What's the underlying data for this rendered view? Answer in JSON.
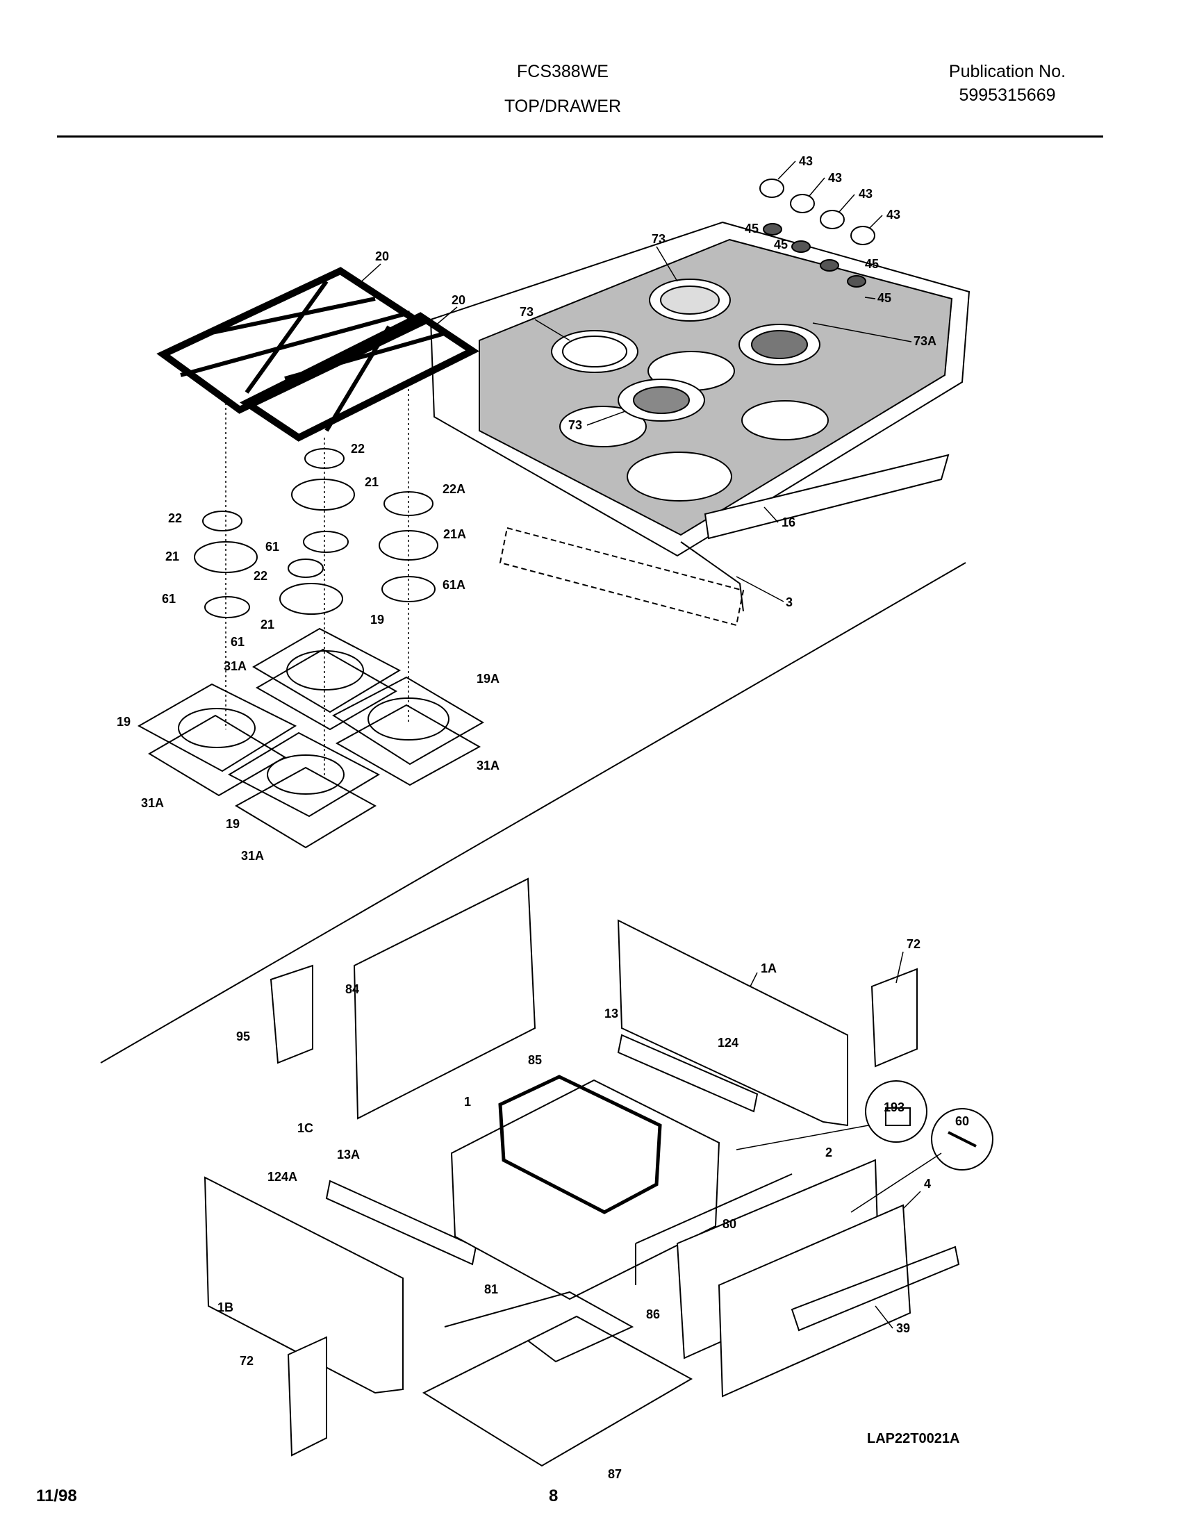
{
  "header": {
    "model": "FCS388WE",
    "section": "TOP/DRAWER",
    "publication_label": "Publication No.",
    "publication_number": "5995315669"
  },
  "footer": {
    "date": "11/98",
    "page": "8",
    "drawing_code": "LAP22T0021A"
  },
  "callouts": [
    "43",
    "43",
    "43",
    "43",
    "45",
    "45",
    "45",
    "45",
    "73",
    "73",
    "73",
    "73A",
    "16",
    "3",
    "20",
    "20",
    "22",
    "21",
    "22A",
    "22",
    "21",
    "61",
    "21A",
    "22",
    "61",
    "61A",
    "21",
    "19",
    "61",
    "31A",
    "19A",
    "19",
    "31A",
    "31A",
    "19",
    "31A",
    "72",
    "1A",
    "84",
    "95",
    "13",
    "124",
    "85",
    "1C",
    "193",
    "60",
    "1",
    "2",
    "4",
    "13A",
    "124A",
    "80",
    "81",
    "86",
    "1B",
    "39",
    "72",
    "87"
  ]
}
